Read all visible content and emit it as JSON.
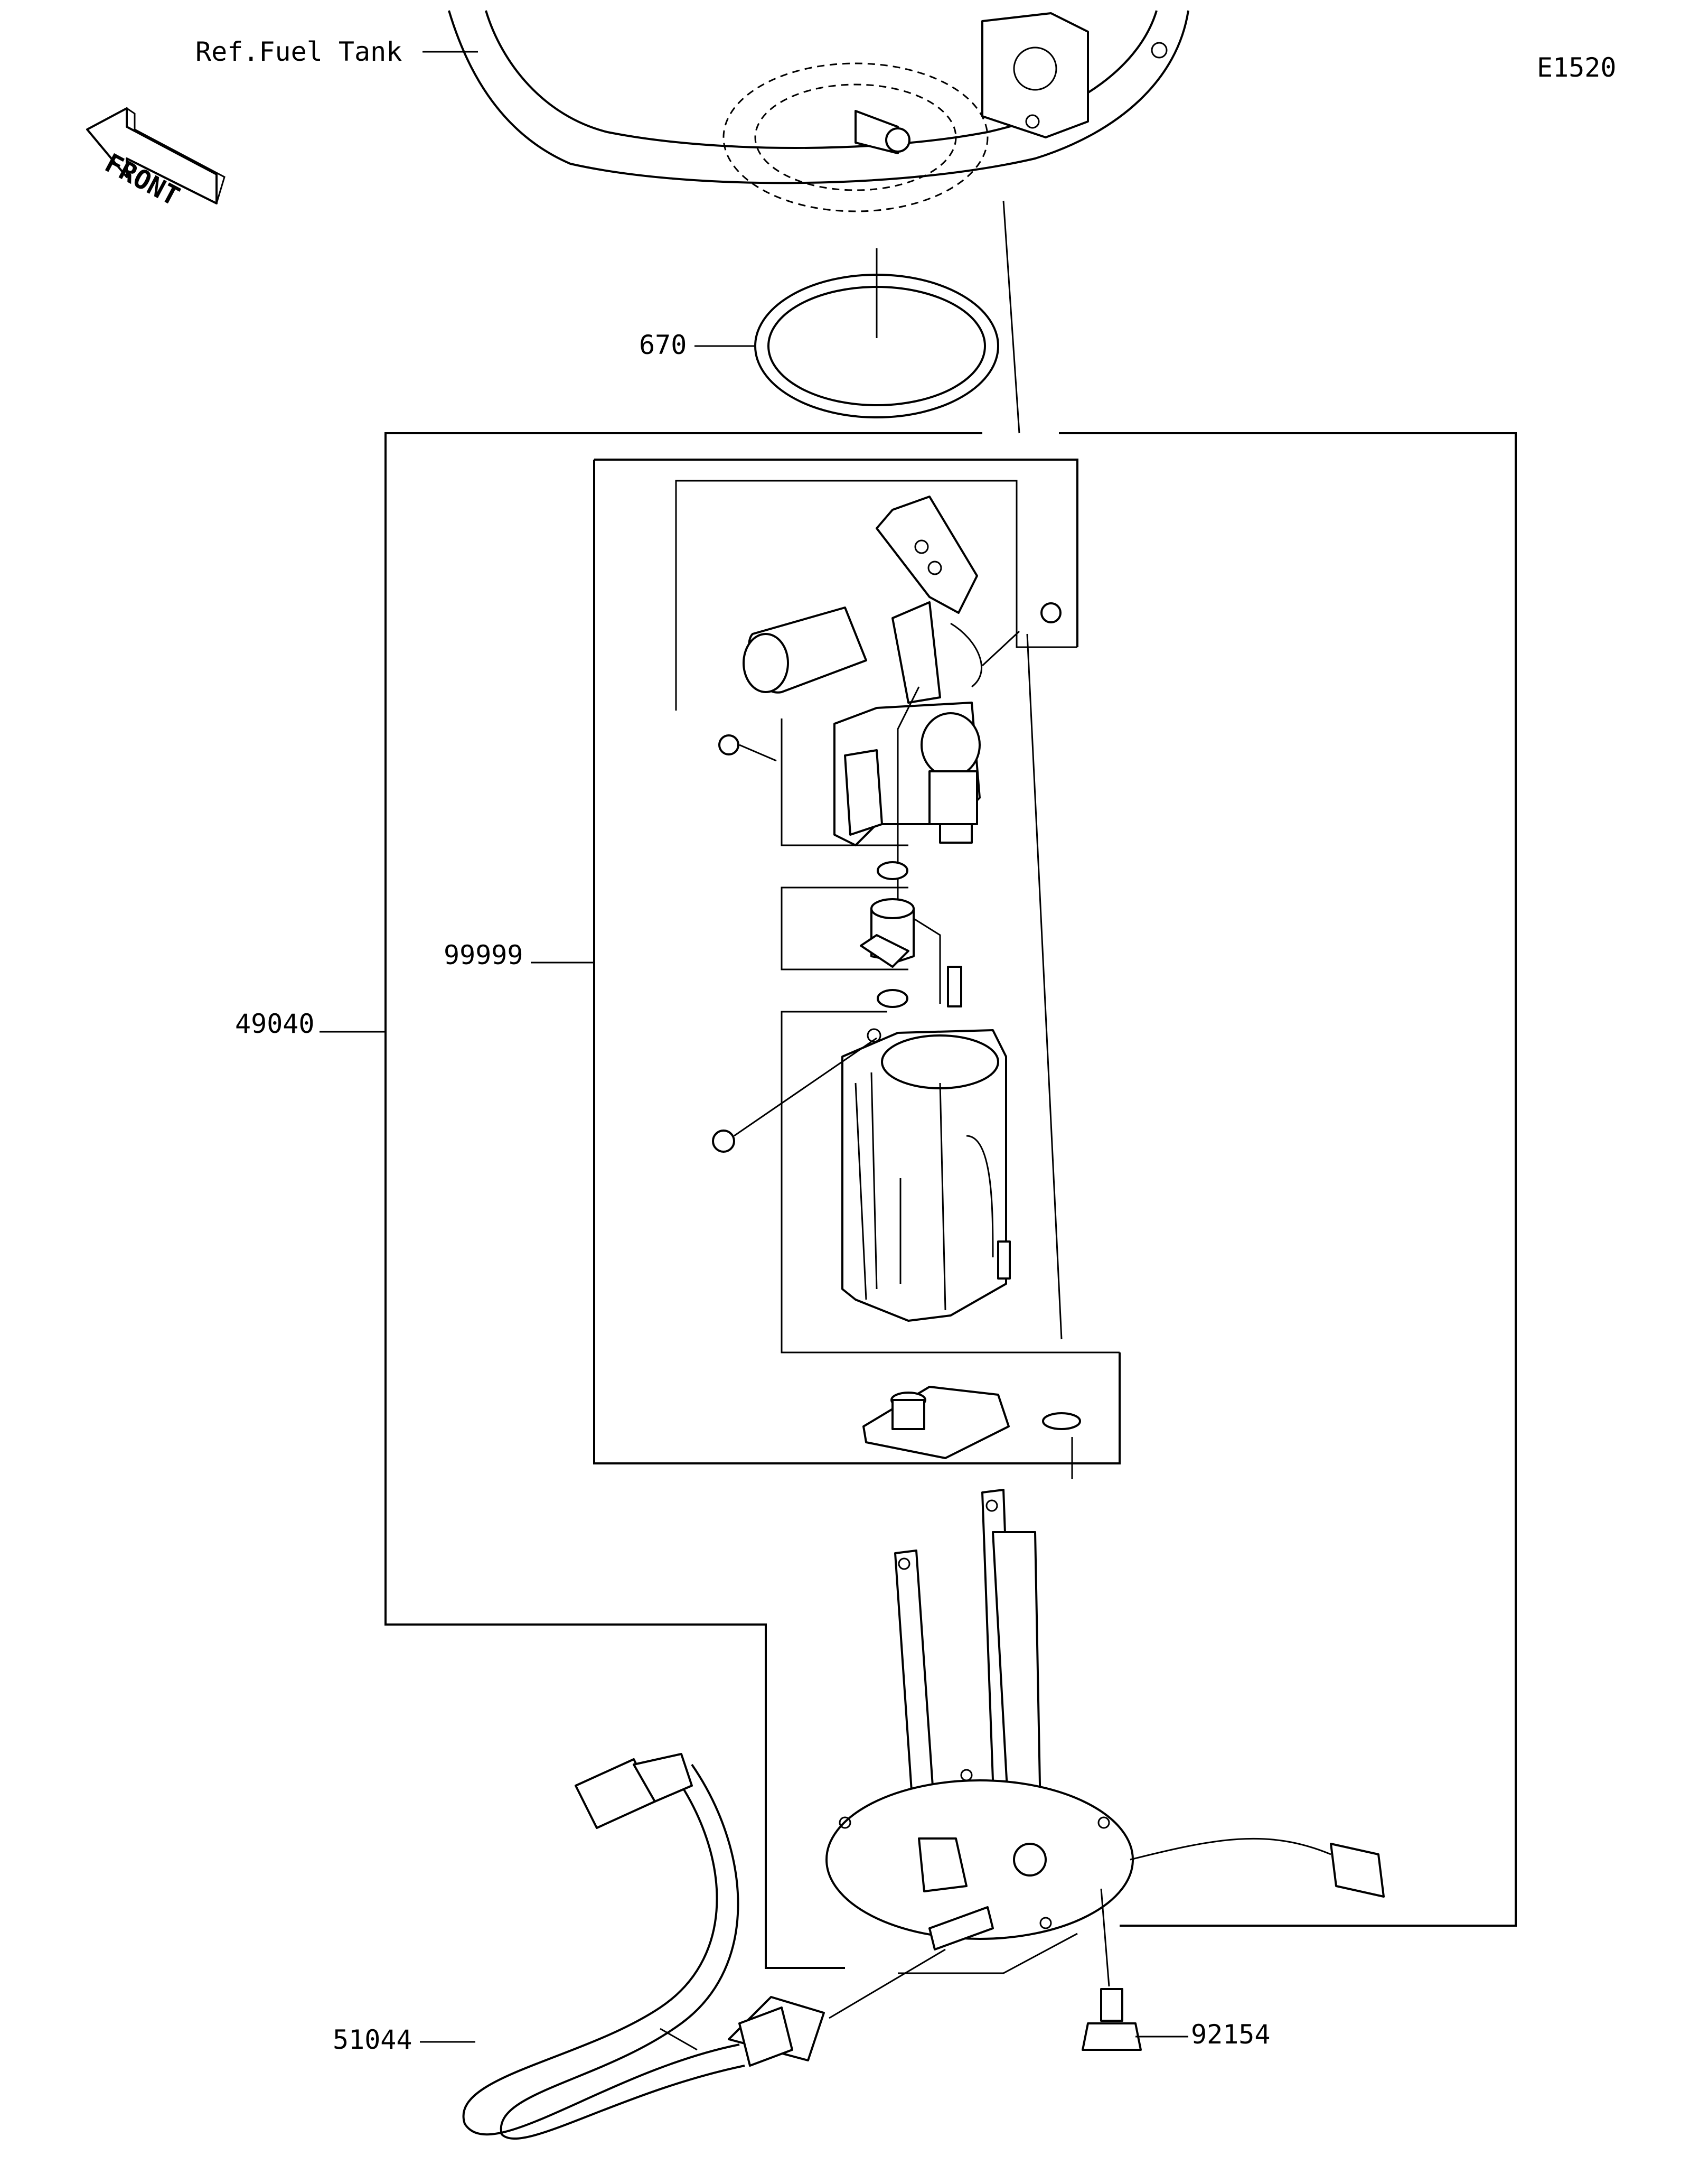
{
  "diagram_id": "E1520",
  "front_label": "FRONT",
  "ref_label": "Ref.Fuel Tank",
  "callouts": {
    "gasket": "670",
    "pump_assy": "49040",
    "pump_kit": "99999",
    "hose": "51044",
    "bolt": "92154"
  }
}
